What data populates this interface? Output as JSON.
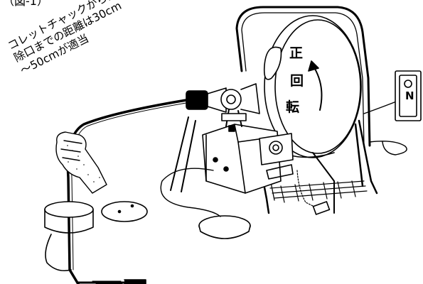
{
  "figure": {
    "caption_fragment": "（図-1）",
    "note": [
      "コレットチャックから掃",
      "除口までの距離は30cm",
      "～50cmが適当"
    ],
    "rotation_label": [
      "正",
      "回",
      "転"
    ],
    "outlet_label": "N"
  }
}
